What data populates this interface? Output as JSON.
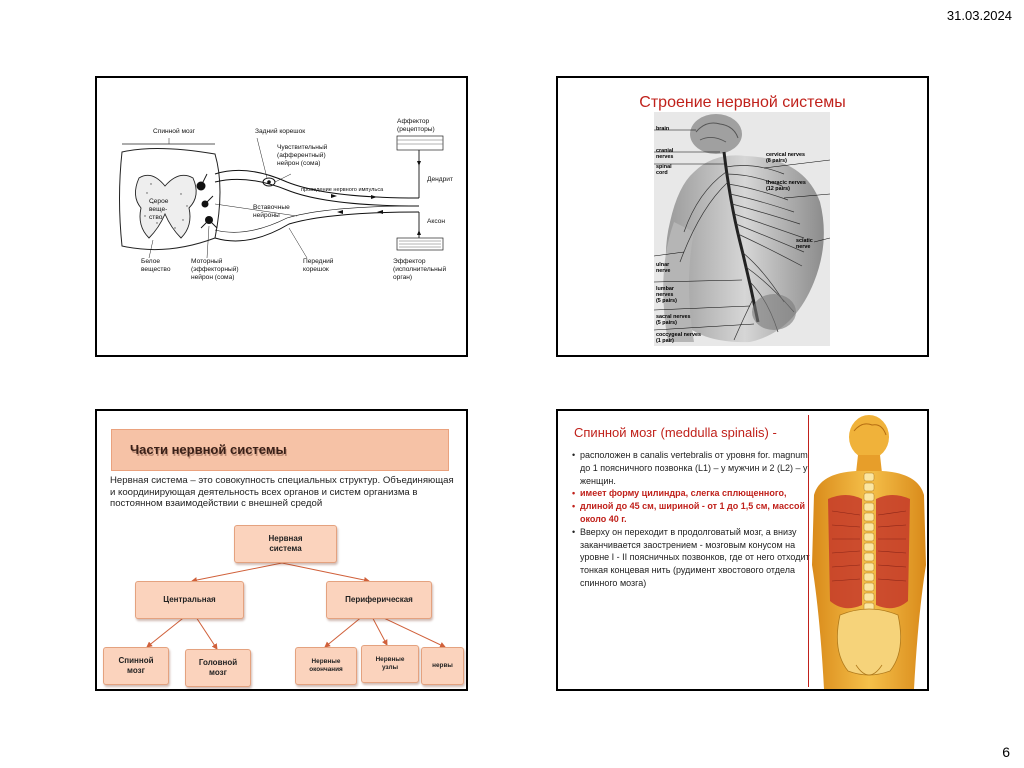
{
  "page": {
    "date": "31.03.2024",
    "number": "6"
  },
  "slide1": {
    "labels": {
      "spinal_cord": "Спинной мозг",
      "dorsal_root": "Задний корешок",
      "sensory_neuron": "Чувствительный\n(афферентный)\nнейрон (сома)",
      "afferent": "Аффектор\n(рецепторы)",
      "impulse": "проведение нервного импульса",
      "dendrite": "Дендрит",
      "grey_matter": "Серое\nвеще-\nство",
      "interneurons": "Вставочные\nнейроны",
      "axon": "Аксон",
      "white_matter": "Белое\nвещество",
      "motor_neuron": "Моторный\n(эффекторный)\nнейрон (сома)",
      "ventral_root": "Передний\nкорешок",
      "effector": "Эффектор\n(исполнительный\nорган)"
    }
  },
  "slide2": {
    "title": "Строение нервной системы",
    "labels": {
      "brain": "brain",
      "cranial": "cranial\nnerves",
      "spinal": "spinal\ncord",
      "cervical": "cervical nerves\n(8 pairs)",
      "thoracic": "thoracic nerves\n(12 pairs)",
      "sciatic": "sciatic\nnerve",
      "ulnar": "ulnar\nnerve",
      "lumbar": "lumbar\nnerves\n(5 pairs)",
      "sacral": "sacral nerves\n(5 pairs)",
      "coccygeal": "coccygeal nerves\n(1 pair)"
    }
  },
  "slide3": {
    "title": "Части нервной системы",
    "text": "Нервная система – это совокупность специальных структур. Объединяющая и координирующая деятельность всех органов и систем организма в постоянном взаимодействии с внешней средой",
    "tree": {
      "root": "Нервная\nсистема",
      "central": "Центральная",
      "peripheral": "Периферическая",
      "spinal": "Спинной\nмозг",
      "brain": "Головной\nмозг",
      "endings": "Нервные\nокончания",
      "ganglia": "Нервные\nузлы",
      "nerves": "нервы"
    }
  },
  "slide4": {
    "title": "Спинной мозг (meddulla spinalis) -",
    "bullets": [
      {
        "text": "расположен в canalis vertebralis от уровня for. magnum до 1 поясничного позвонка (L1) – у мужчин и 2 (L2) – у женщин.",
        "style": "normal"
      },
      {
        "text": "имеет форму цилиндра, слегка сплющенного,",
        "style": "red"
      },
      {
        "text": "длиной до 45 см, шириной - от 1 до 1,5 см, массой около 40 г.",
        "style": "red"
      },
      {
        "text": "Вверху он переходит в продолговатый мозг, а внизу заканчивается заострением - мозговым конусом на уровне I - II поясничных позвонков, где от него отходит тонкая концевая нить (рудимент хвостового отдела спинного мозга)",
        "style": "normal"
      }
    ]
  }
}
